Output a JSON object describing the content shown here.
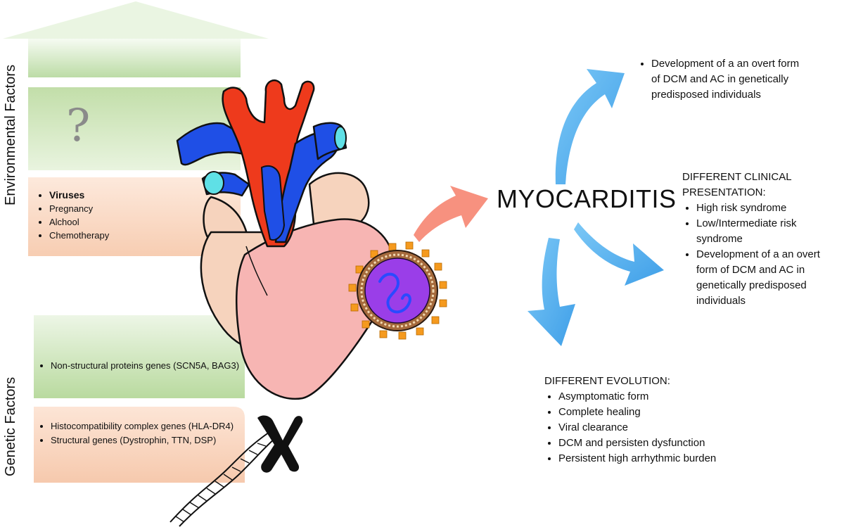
{
  "side_labels": {
    "environmental": "Environmental Factors",
    "genetic": "Genetic Factors"
  },
  "environmental": {
    "unknown_symbol": "?",
    "items": [
      "Viruses",
      "Pregnancy",
      "Alchool",
      "Chemotherapy"
    ]
  },
  "genetic": {
    "box1": [
      "Non-structural proteins genes (SCN5A, BAG3)"
    ],
    "box2": [
      "Histocompatibility  complex genes (HLA-DR4)",
      "Structural genes (Dystrophin, TTN, DSP)"
    ]
  },
  "center": {
    "title": "MYOCARDITIS"
  },
  "outcomes": {
    "top": [
      "Development of a an overt form of DCM and AC in genetically predisposed individuals"
    ],
    "clinical": {
      "heading": "DIFFERENT CLINICAL PRESENTATION:",
      "items": [
        "High risk syndrome",
        "Low/Intermediate risk syndrome",
        "Development of a an overt form of DCM and AC in genetically predisposed individuals"
      ]
    },
    "evolution": {
      "heading": "DIFFERENT EVOLUTION:",
      "items": [
        "Asymptomatic form",
        "Complete healing",
        "Viral clearance",
        "DCM and persisten dysfunction",
        "Persistent high arrhythmic burden"
      ]
    }
  },
  "colors": {
    "green_panel": "#c6dfb4",
    "orange_panel": "#f8d2b8",
    "aorta_red": "#ee3a1c",
    "vein_blue": "#1f4fe6",
    "cyan": "#5fe0e6",
    "heart_pink": "#f7b5b3",
    "heart_beige": "#f6d3bd",
    "salmon_arrow": "#f7917f",
    "blue_arrow": "#5ab4f0",
    "virus_purple": "#9a3ee8",
    "spike_orange": "#f59a1e"
  }
}
